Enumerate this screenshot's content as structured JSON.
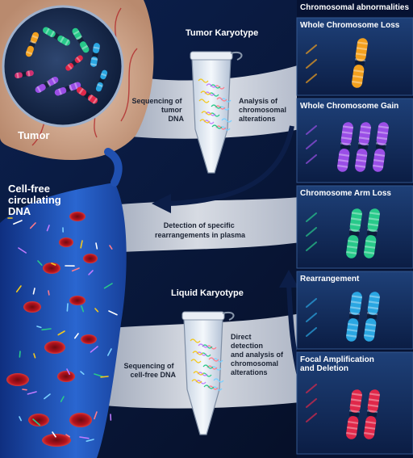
{
  "labels": {
    "tumor": "Tumor",
    "cfdna": [
      "Cell-free",
      "circulating",
      "DNA"
    ],
    "tumor_karyotype": "Tumor Karyotype",
    "liquid_karyotype": "Liquid Karyotype",
    "seq_tumor": [
      "Sequencing of",
      "tumor",
      "DNA"
    ],
    "analysis_chrom": [
      "Analysis of",
      "chromosomal",
      "alterations"
    ],
    "detection": [
      "Detection of specific",
      "rearrangements in plasma"
    ],
    "seq_cfdna": [
      "Sequencing of",
      "cell-free DNA"
    ],
    "direct_detection": [
      "Direct",
      "detection",
      "and analysis of",
      "chromosomal",
      "alterations"
    ]
  },
  "sidebar": {
    "header": "Chromosomal abnormalities",
    "panels": [
      {
        "title": [
          "Whole Chromosome Loss"
        ],
        "color": "#f2a01e"
      },
      {
        "title": [
          "Whole Chromosome Gain"
        ],
        "color": "#9a4ee6"
      },
      {
        "title": [
          "Chromosome Arm Loss"
        ],
        "color": "#28c98a"
      },
      {
        "title": [
          "Rearrangement"
        ],
        "color": "#2aa6e2"
      },
      {
        "title": [
          "Focal Amplification",
          "and Deletion"
        ],
        "color": "#e0284a"
      }
    ]
  },
  "colors": {
    "background": "#0a1a3c",
    "band": "#d9dde6",
    "vessel": "#1e4fb4",
    "rbc": "#a8121a",
    "arrow": "#0c1e48"
  }
}
